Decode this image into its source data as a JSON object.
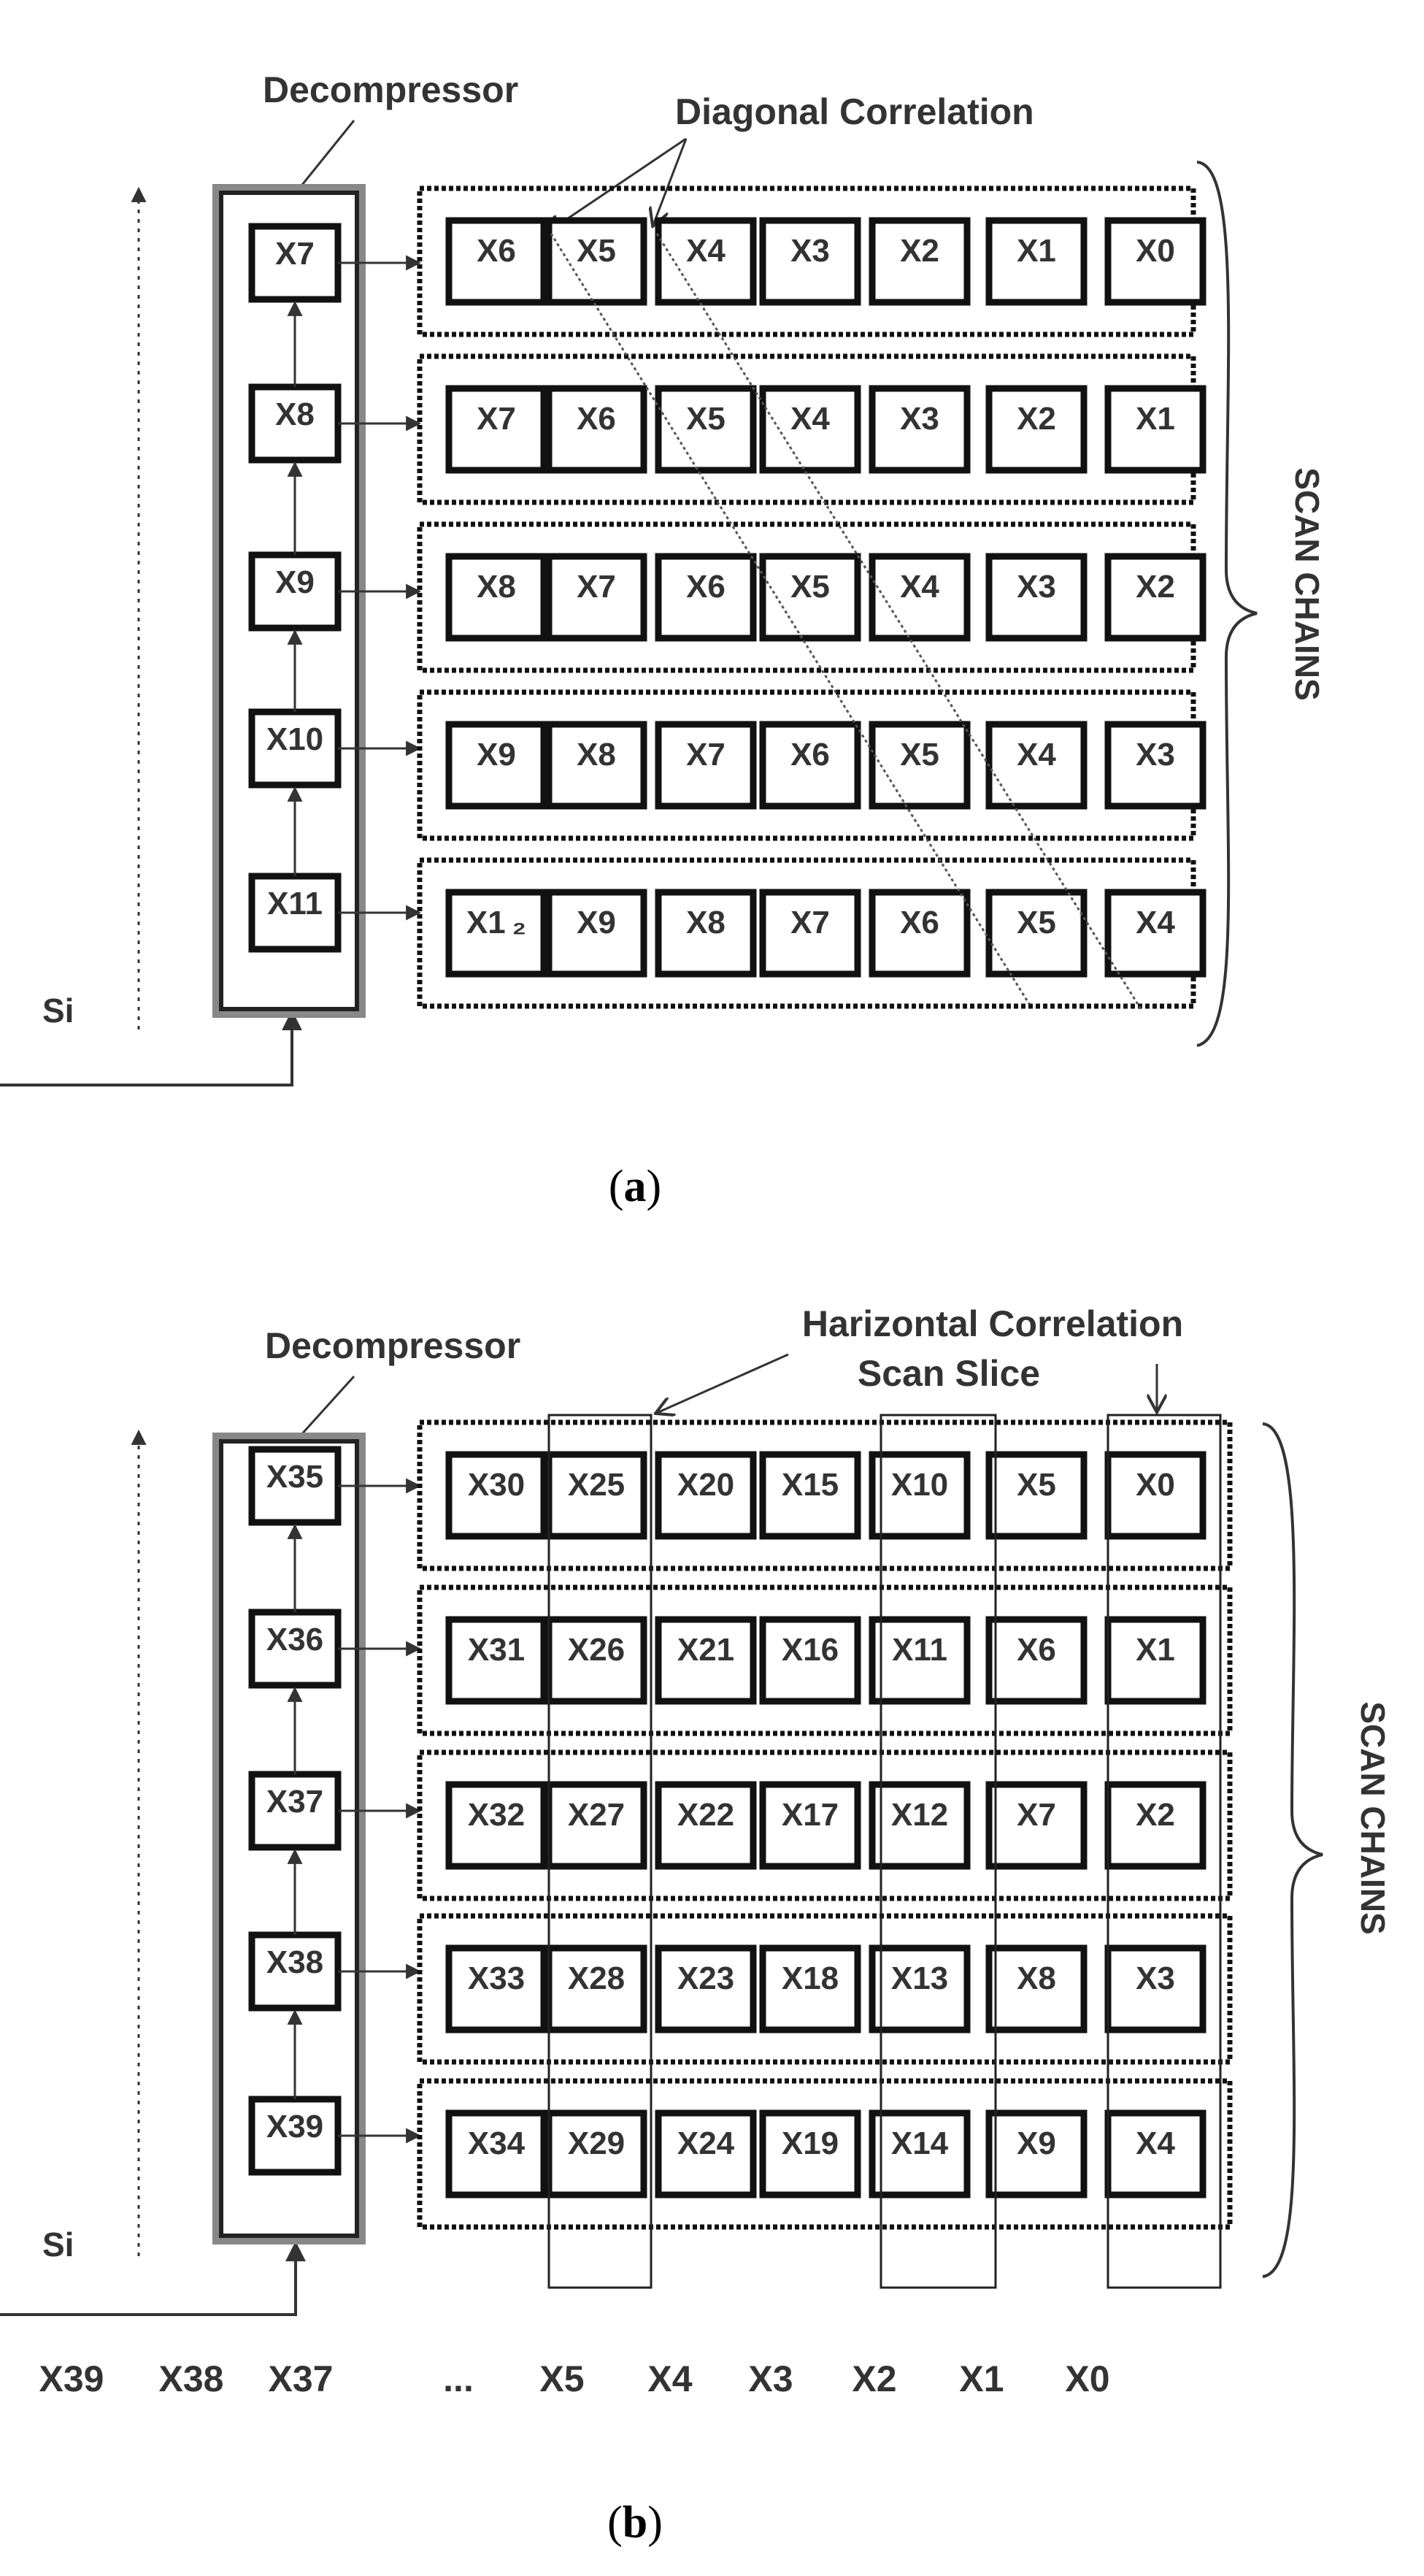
{
  "panel_a": {
    "decompressor_label": "Decompressor",
    "correlation_label": "Diagonal Correlation",
    "side_label": "SCAN CHAINS",
    "input_label": "Si",
    "caption_open": "(",
    "caption_letter": "a",
    "caption_close": ")",
    "decompressor_cells": [
      "X7",
      "X8",
      "X9",
      "X10",
      "X11"
    ],
    "rows": [
      [
        "X6",
        "X5",
        "X4",
        "X3",
        "X2",
        "X1",
        "X0"
      ],
      [
        "X7",
        "X6",
        "X5",
        "X4",
        "X3",
        "X2",
        "X1"
      ],
      [
        "X8",
        "X7",
        "X6",
        "X5",
        "X4",
        "X3",
        "X2"
      ],
      [
        "X9",
        "X8",
        "X7",
        "X6",
        "X5",
        "X4",
        "X3"
      ],
      [
        "X1 ₂",
        "X9",
        "X8",
        "X7",
        "X6",
        "X5",
        "X4"
      ]
    ]
  },
  "panel_b": {
    "decompressor_label": "Decompressor",
    "correlation_label_line1": "Harizontal Correlation",
    "correlation_label_line2": "Scan Slice",
    "side_label": "SCAN CHAINS",
    "input_label": "Si",
    "caption_open": "(",
    "caption_letter": "b",
    "caption_close": ")",
    "decompressor_cells": [
      "X35",
      "X36",
      "X37",
      "X38",
      "X39"
    ],
    "rows": [
      [
        "X30",
        "X25",
        "X20",
        "X15",
        "X10",
        "X5",
        "X0"
      ],
      [
        "X31",
        "X26",
        "X21",
        "X16",
        "X11",
        "X6",
        "X1"
      ],
      [
        "X32",
        "X27",
        "X22",
        "X17",
        "X12",
        "X7",
        "X2"
      ],
      [
        "X33",
        "X28",
        "X23",
        "X18",
        "X13",
        "X8",
        "X3"
      ],
      [
        "X34",
        "X29",
        "X24",
        "X19",
        "X14",
        "X9",
        "X4"
      ]
    ],
    "sequence": [
      "X39",
      "X38",
      "X37",
      "...",
      "X5",
      "X4",
      "X3",
      "X2",
      "X1",
      "X0"
    ]
  }
}
